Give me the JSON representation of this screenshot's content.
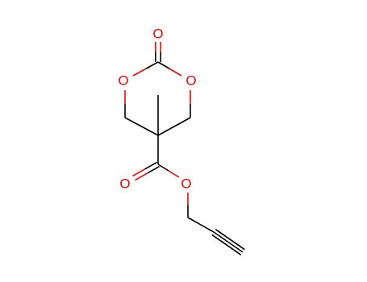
{
  "colors": {
    "carbon": "#000000",
    "oxygen": "#ff0000",
    "background": "#ffffff"
  },
  "labels": {
    "o_carbonyl_top": "O",
    "o_ring_left": "O",
    "o_ring_right": "O",
    "o_ester_carbonyl": "O",
    "o_ester_single": "O"
  }
}
